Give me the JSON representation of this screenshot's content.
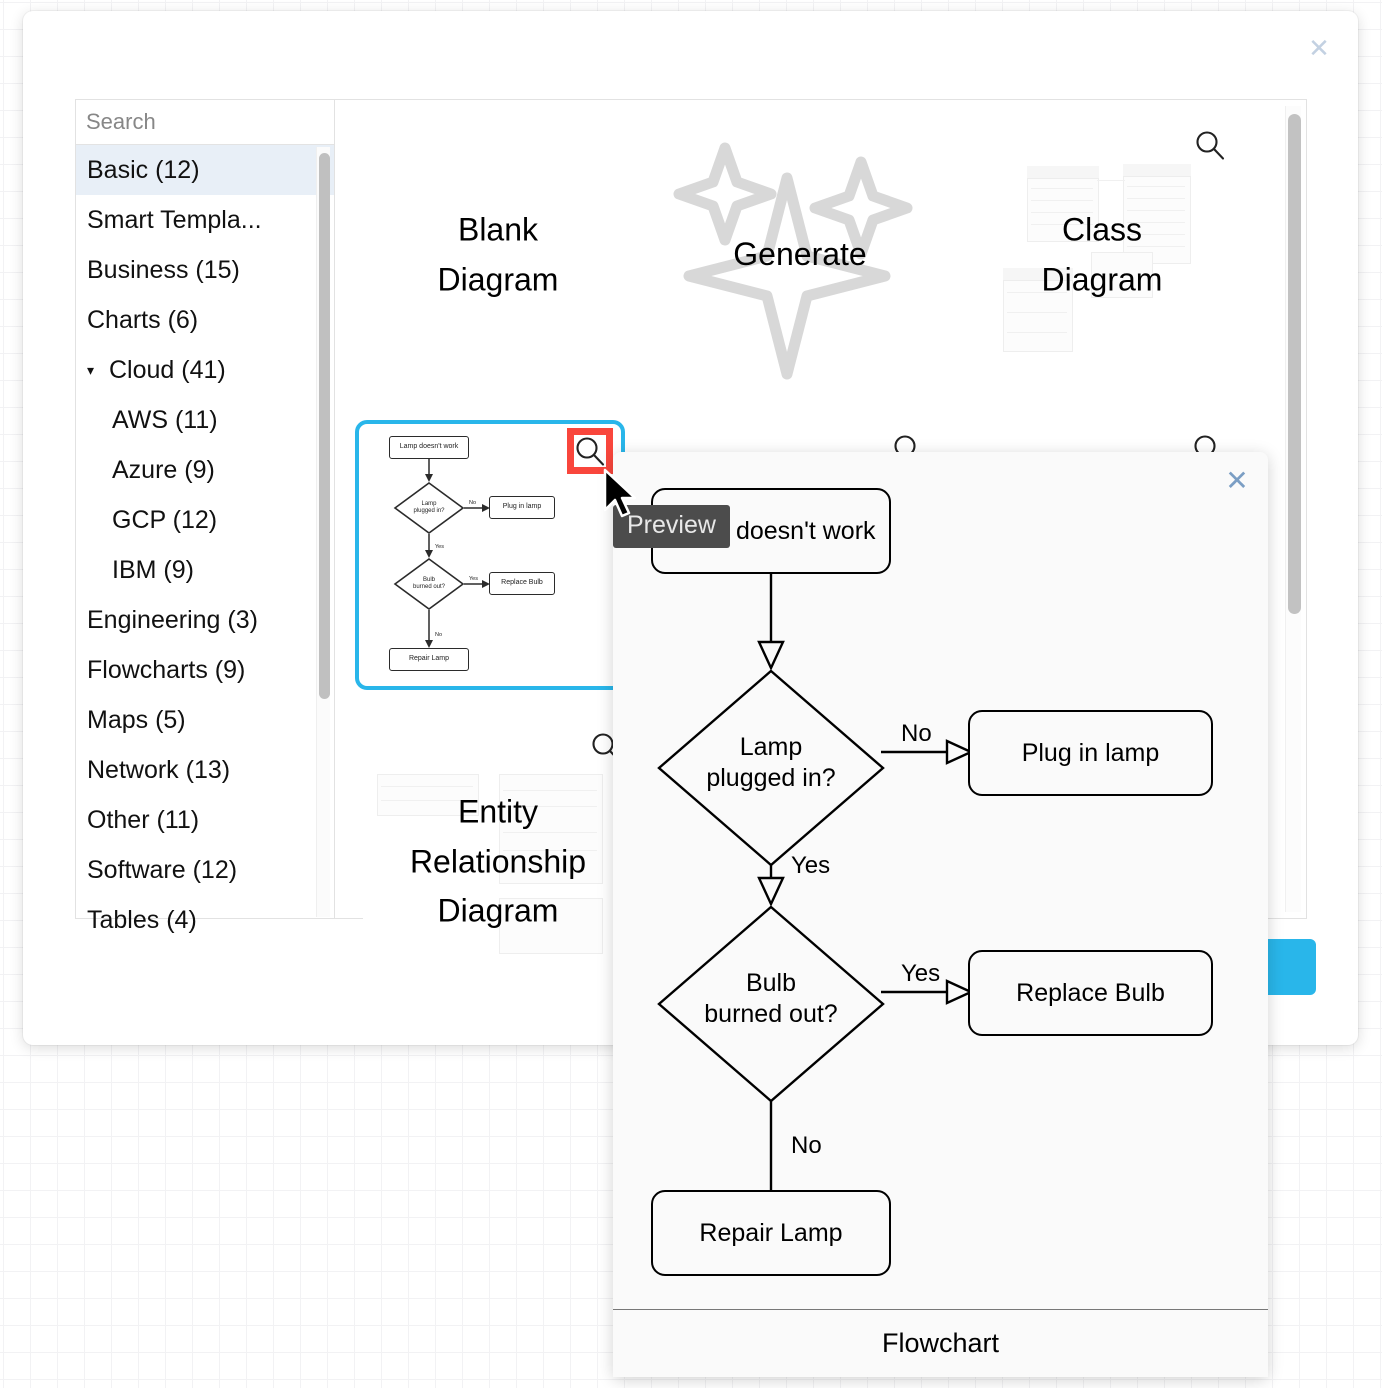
{
  "dialog": {
    "close_label": "✕"
  },
  "search": {
    "placeholder": "Search",
    "value": "",
    "icon": "search-icon"
  },
  "sidebar": {
    "items": [
      {
        "label": "Basic (12)",
        "selected": true,
        "child": false,
        "caret": ""
      },
      {
        "label": "Smart Templa...",
        "selected": false,
        "child": false,
        "caret": ""
      },
      {
        "label": "Business (15)",
        "selected": false,
        "child": false,
        "caret": ""
      },
      {
        "label": "Charts (6)",
        "selected": false,
        "child": false,
        "caret": ""
      },
      {
        "label": "Cloud (41)",
        "selected": false,
        "child": false,
        "caret": "▾"
      },
      {
        "label": "AWS (11)",
        "selected": false,
        "child": true,
        "caret": ""
      },
      {
        "label": "Azure (9)",
        "selected": false,
        "child": true,
        "caret": ""
      },
      {
        "label": "GCP (12)",
        "selected": false,
        "child": true,
        "caret": ""
      },
      {
        "label": "IBM (9)",
        "selected": false,
        "child": true,
        "caret": ""
      },
      {
        "label": "Engineering (3)",
        "selected": false,
        "child": false,
        "caret": ""
      },
      {
        "label": "Flowcharts (9)",
        "selected": false,
        "child": false,
        "caret": ""
      },
      {
        "label": "Maps (5)",
        "selected": false,
        "child": false,
        "caret": ""
      },
      {
        "label": "Network (13)",
        "selected": false,
        "child": false,
        "caret": ""
      },
      {
        "label": "Other (11)",
        "selected": false,
        "child": false,
        "caret": ""
      },
      {
        "label": "Software (12)",
        "selected": false,
        "child": false,
        "caret": ""
      },
      {
        "label": "Tables (4)",
        "selected": false,
        "child": false,
        "caret": ""
      }
    ]
  },
  "templates": [
    {
      "label": "Blank\nDiagram",
      "name": "blank-diagram"
    },
    {
      "label": "Generate",
      "name": "generate"
    },
    {
      "label": "Class\nDiagram",
      "name": "class-diagram"
    },
    {
      "label": "",
      "name": "flowchart-selected"
    },
    {
      "label": "Entity\nRelationship\nDiagram",
      "name": "entity-relationship-diagram"
    }
  ],
  "tooltip": {
    "text": "Preview"
  },
  "create_button": {
    "label": ""
  },
  "preview": {
    "title": "Flowchart",
    "close_label": "✕",
    "chart": {
      "nodes": [
        {
          "id": "start",
          "text": "Lamp doesn't work",
          "shape": "rounded-rect"
        },
        {
          "id": "plugged",
          "text": "Lamp\nplugged in?",
          "shape": "diamond"
        },
        {
          "id": "plugin",
          "text": "Plug in lamp",
          "shape": "rounded-rect"
        },
        {
          "id": "bulb",
          "text": "Bulb\nburned out?",
          "shape": "diamond"
        },
        {
          "id": "replace",
          "text": "Replace Bulb",
          "shape": "rounded-rect"
        },
        {
          "id": "repair",
          "text": "Repair Lamp",
          "shape": "rounded-rect"
        }
      ],
      "edges": [
        {
          "from": "start",
          "to": "plugged",
          "label": ""
        },
        {
          "from": "plugged",
          "to": "plugin",
          "label": "No"
        },
        {
          "from": "plugged",
          "to": "bulb",
          "label": "Yes"
        },
        {
          "from": "bulb",
          "to": "replace",
          "label": "Yes"
        },
        {
          "from": "bulb",
          "to": "repair",
          "label": "No"
        }
      ]
    }
  },
  "colors": {
    "accent_blue": "#29b6ea",
    "selection_highlight": "#e8eff7",
    "red_highlight": "#f9463c",
    "tooltip_bg": "#4c4c4c"
  }
}
